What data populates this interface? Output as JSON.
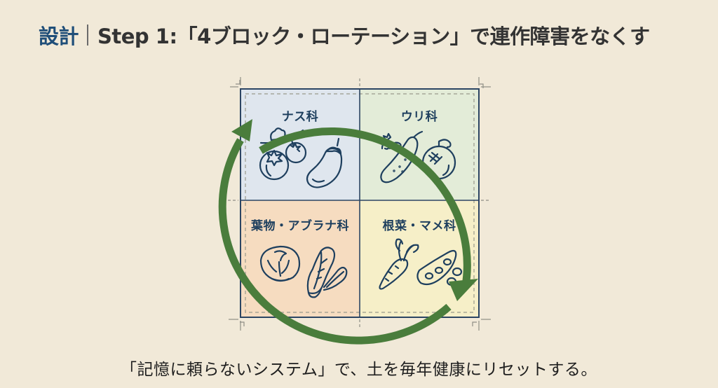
{
  "header": {
    "tag": "設計",
    "title": "Step 1:「4ブロック・ローテーション」で連作障害をなくす"
  },
  "blocks": [
    {
      "label": "ナス科",
      "position": "top-left",
      "color": "#dfe6ee",
      "icons": [
        "tomato-icon",
        "eggplant-icon"
      ]
    },
    {
      "label": "ウリ科",
      "position": "top-right",
      "color": "#e3ecd8",
      "icons": [
        "cucumber-icon",
        "melon-icon"
      ]
    },
    {
      "label": "葉物・アブラナ科",
      "position": "bottom-left",
      "color": "#f6dcc0",
      "icons": [
        "cabbage-icon",
        "bok-choy-icon"
      ]
    },
    {
      "label": "根菜・マメ科",
      "position": "bottom-right",
      "color": "#f6efc8",
      "icons": [
        "carrot-icon",
        "bean-pod-icon"
      ]
    }
  ],
  "rotation": {
    "direction": "clockwise",
    "arrow_color": "#4a7d3c"
  },
  "colors": {
    "background": "#f1e9d8",
    "accent_navy": "#1f4e79",
    "icon_stroke": "#1e3f5e",
    "arrow_green": "#4a7d3c"
  },
  "caption": "「記憶に頼らないシステム」で、土を毎年健康にリセットする。"
}
